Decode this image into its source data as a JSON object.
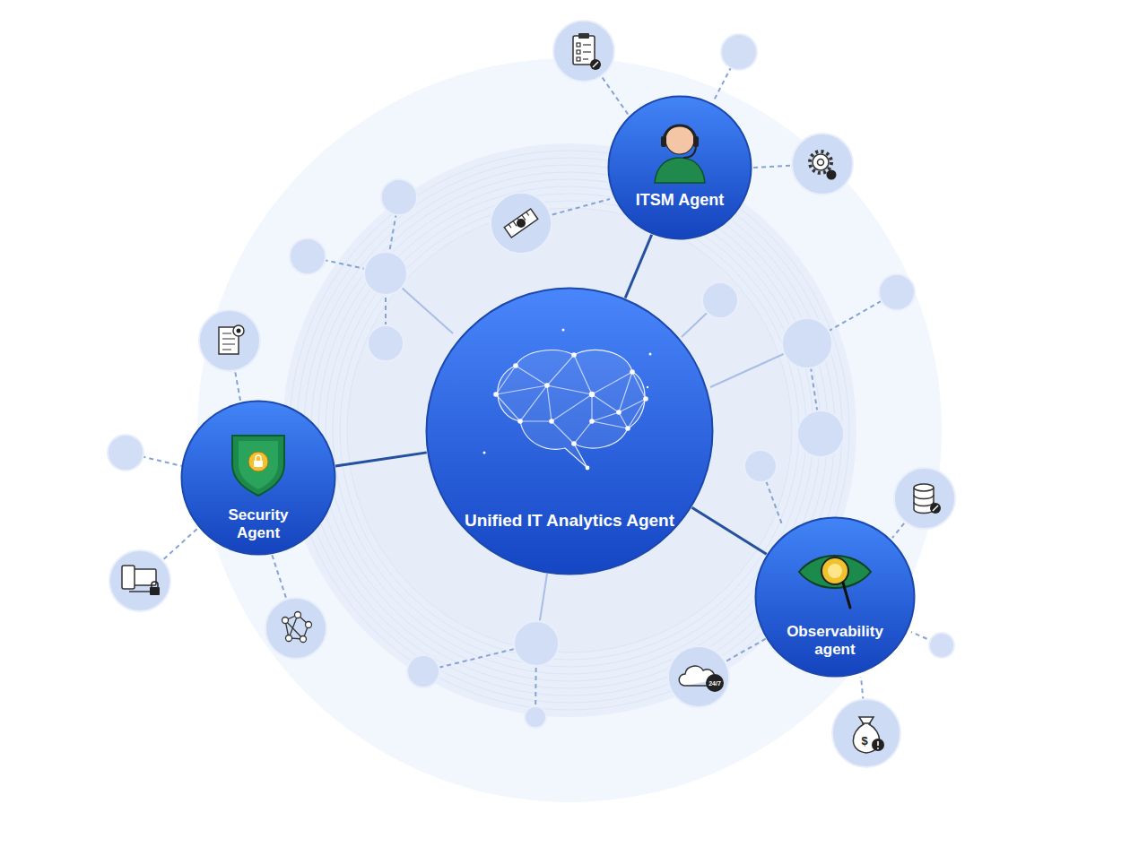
{
  "diagram": {
    "nodes": [
      {
        "text": [
          "ITSM Agent"
        ]
      },
      {
        "text": [
          "Unified IT Analytics Agent"
        ]
      },
      {
        "text": [
          "Security Agent"
        ]
      },
      {
        "text": [
          "Observability agent"
        ]
      }
    ],
    "edges": [
      {
        "from": 1,
        "to": 0,
        "arrow": "none"
      },
      {
        "from": 1,
        "to": 2,
        "arrow": "none"
      },
      {
        "from": 1,
        "to": 3,
        "arrow": "none"
      }
    ],
    "labels": [
      "24/7",
      "$"
    ]
  }
}
